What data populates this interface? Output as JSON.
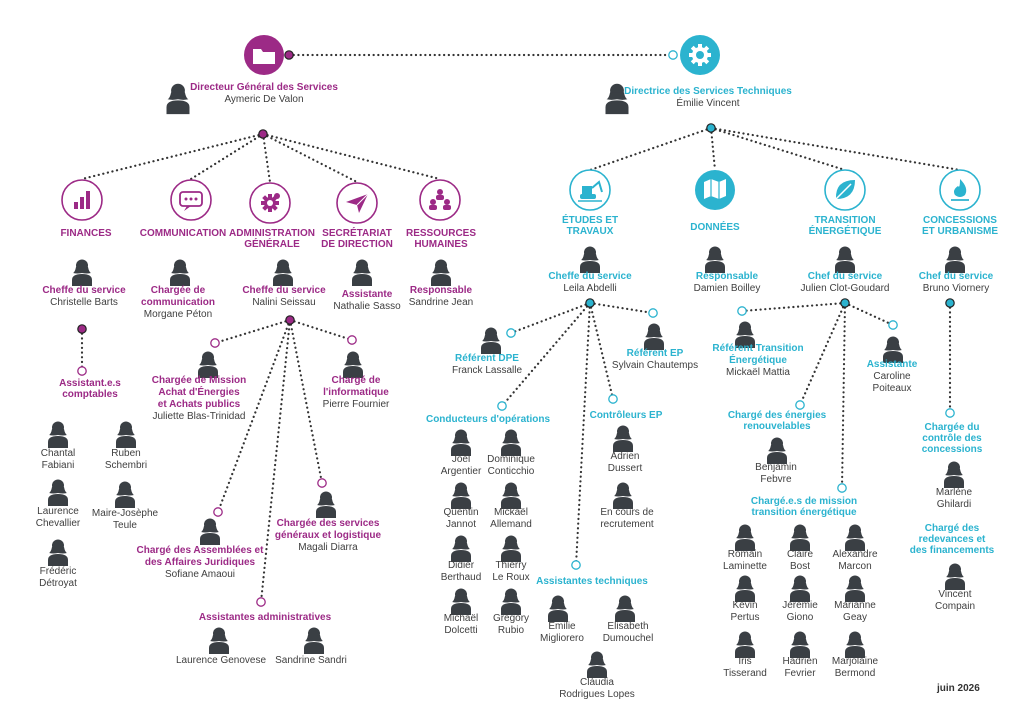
{
  "colors": {
    "magenta": "#9c2a86",
    "cyan": "#2bb3cf",
    "person": "#3a3f44",
    "text": "#404040",
    "dots": "#333333"
  },
  "date": "juin 2026",
  "dgs": {
    "title": "Directeur Général des Services",
    "name": "Aymeric De Valon",
    "icon": "folder-icon"
  },
  "dst": {
    "title": "Directrice des Services Techniques",
    "name": "Émilie Vincent",
    "icon": "gear-icon"
  },
  "left_units": [
    {
      "name": "FINANCES",
      "icon": "bar-chart-icon"
    },
    {
      "name": "COMMUNICATION",
      "icon": "chat-bubble-icon"
    },
    {
      "name": "ADMINISTRATION\nGÉNÉRALE",
      "icon": "gear-icon"
    },
    {
      "name": "SECRÉTARIAT\nDE DIRECTION",
      "icon": "paper-plane-icon"
    },
    {
      "name": "RESSOURCES\nHUMAINES",
      "icon": "people-icon"
    }
  ],
  "right_units": [
    {
      "name": "ÉTUDES ET\nTRAVAUX",
      "icon": "excavator-icon"
    },
    {
      "name": "DONNÉES",
      "icon": "map-icon"
    },
    {
      "name": "TRANSITION\nÉNERGÉTIQUE",
      "icon": "leaf-icon"
    },
    {
      "name": "CONCESSIONS\nET URBANISME",
      "icon": "flame-icon"
    }
  ],
  "people": {
    "finances_head": {
      "title": "Cheffe du service",
      "name": "Christelle Barts"
    },
    "comm": {
      "title": "Chargée de\ncommunication",
      "name": "Morgane Péton"
    },
    "ag_head": {
      "title": "Cheffe du service",
      "name": "Nalini Seissau"
    },
    "secr": {
      "title": "Assistante",
      "name": "Nathalie Sasso"
    },
    "rh": {
      "title": "Responsable",
      "name": "Sandrine Jean"
    },
    "mission_achat": {
      "title": "Chargée de Mission\nAchat d'Énergies\net Achats publics",
      "name": "Juliette Blas-Trinidad"
    },
    "informatique": {
      "title": "Chargé de\nl'informatique",
      "name": "Pierre Fournier"
    },
    "assemblees": {
      "title": "Chargé des Assemblées et\ndes Affaires Juridiques",
      "name": "Sofiane Amaoui"
    },
    "services_gen": {
      "title": "Chargée des services\ngénéraux et logistique",
      "name": "Magali Diarra"
    },
    "etudes_head": {
      "title": "Cheffe du service",
      "name": "Leila Abdelli"
    },
    "donnees": {
      "title": "Responsable",
      "name": "Damien Boilley"
    },
    "transition_head": {
      "title": "Chef du service",
      "name": "Julien Clot-Goudard"
    },
    "concessions_head": {
      "title": "Chef du service",
      "name": "Bruno Viornery"
    },
    "dpe": {
      "title": "Référent DPE",
      "name": "Franck Lassalle"
    },
    "ep": {
      "title": "Référent EP",
      "name": "Sylvain Chautemps"
    },
    "ref_transition": {
      "title": "Référent Transition\nÉnergétique",
      "name": "Mickaël Mattia"
    },
    "assistante_te": {
      "title": "Assistante",
      "name": "Caroline\nPoiteaux"
    },
    "enr": {
      "title": "Chargé des énergies\nrenouvelables",
      "name": "Benjamin\nFebvre"
    },
    "controle_conc": {
      "title": "Chargée du\ncontrôle des\nconcessions",
      "name": "Marlène\nGhilardi"
    },
    "redevances": {
      "title": "Chargé des\nredevances et\ndes financements",
      "name": "Vincent\nCompain"
    }
  },
  "groups": {
    "assist_comptables": {
      "title": "Assistant.e.s\ncomptables",
      "members": [
        "Chantal\nFabiani",
        "Ruben\nSchembri",
        "Laurence\nChevallier",
        "Maire-Josèphe\nTeule",
        "Frédéric\nDétroyat"
      ]
    },
    "assist_admin": {
      "title": "Assistantes administratives",
      "members": [
        "Laurence Genovese",
        "Sandrine Sandri"
      ]
    },
    "conducteurs": {
      "title": "Conducteurs d'opérations",
      "members": [
        "Joël\nArgentier",
        "Dominique\nConticchio",
        "Quentin\nJannot",
        "Mickaël\nAllemand",
        "Didier\nBerthaud",
        "Thierry\nLe Roux",
        "Michaël\nDolcetti",
        "Grégory\nRubio"
      ]
    },
    "controleurs": {
      "title": "Contrôleurs EP",
      "members": [
        "Adrien\nDussert",
        "En cours de\nrecrutement"
      ]
    },
    "assist_tech": {
      "title": "Assistantes techniques",
      "members": [
        "Emilie\nMigliorero",
        "Elisabeth\nDumouchel",
        "Clàudia\nRodrigues Lopes"
      ]
    },
    "mission_te": {
      "title": "Chargé.e.s de mission\ntransition énergétique",
      "members": [
        "Romain\nLaminette",
        "Claire\nBost",
        "Alexandre\nMarcon",
        "Kevin\nPertus",
        "Jérémie\nGiono",
        "Marianne\nGeay",
        "Iris\nTisserand",
        "Hadrien\nFevrier",
        "Marjolaine\nBermond"
      ]
    }
  }
}
